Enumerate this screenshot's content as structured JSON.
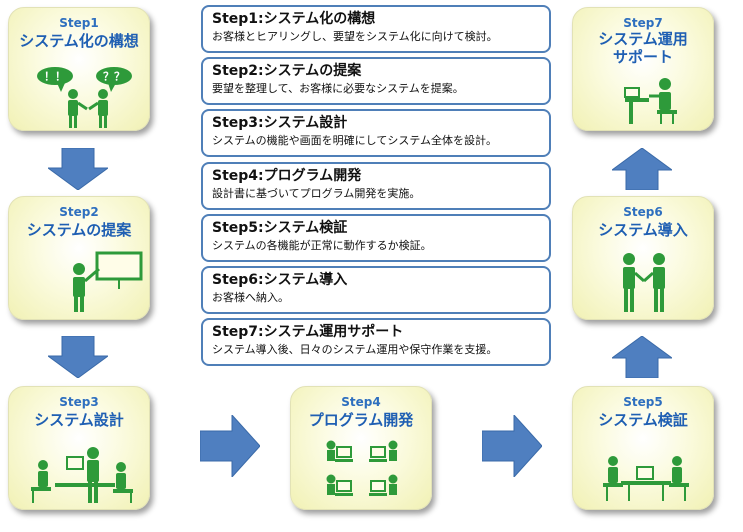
{
  "cards": [
    {
      "step": "Step1",
      "title": "システム化の構想",
      "bubbles": [
        "！！",
        "？？"
      ]
    },
    {
      "step": "Step2",
      "title": "システムの提案"
    },
    {
      "step": "Step3",
      "title": "システム設計"
    },
    {
      "step": "Step4",
      "title": "プログラム開発"
    },
    {
      "step": "Step5",
      "title": "システム検証"
    },
    {
      "step": "Step6",
      "title": "システム導入"
    },
    {
      "step": "Step7",
      "title_lines": [
        "システム運用",
        "サポート"
      ]
    }
  ],
  "list": [
    {
      "step": "Step1:",
      "title": "システム化の構想",
      "desc": "お客様とヒアリングし、要望をシステム化に向けて検討。"
    },
    {
      "step": "Step2:",
      "title": "システムの提案",
      "desc": "要望を整理して、お客様に必要なシステムを提案。"
    },
    {
      "step": "Step3:",
      "title": "システム設計",
      "desc": "システムの機能や画面を明確にしてシステム全体を設計。"
    },
    {
      "step": "Step4:",
      "title": "プログラム開発",
      "desc": "設計書に基づいてプログラム開発を実施。"
    },
    {
      "step": "Step5:",
      "title": "システム検証",
      "desc": "システムの各機能が正常に動作するか検証。"
    },
    {
      "step": "Step6:",
      "title": "システム導入",
      "desc": "お客様へ納入。"
    },
    {
      "step": "Step7:",
      "title": "システム運用サポート",
      "desc": "システム導入後、日々のシステム運用や保守作業を支援。"
    }
  ],
  "colors": {
    "arrow": "#4f7fc0",
    "figure": "#2e9a3a",
    "title": "#1f5fb3",
    "border": "#4f7fb8"
  }
}
